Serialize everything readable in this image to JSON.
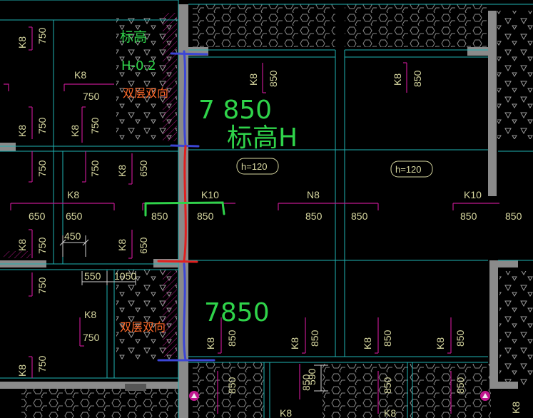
{
  "slab_labels": {
    "k8": "K8",
    "k10": "K10",
    "n8": "N8",
    "v750": "750",
    "v650": "650",
    "v850": "850",
    "v450": "450",
    "v550": "550",
    "v1050": "1050",
    "v590": "590"
  },
  "tags": {
    "h120": "h=120"
  },
  "annotations": {
    "elevation": "标高",
    "elevation_value": "H-0.2",
    "double_layer_1": "双层双向",
    "double_layer_2": "双层双向",
    "green_850_top": "7 850",
    "green_elevation_h": "标高H",
    "green_850_bottom": "7850"
  },
  "colors": {
    "background": "#000000",
    "wall": "#8a8a8a",
    "beam_cyan": "#1fb3b3",
    "rebar_magenta": "#c0188f",
    "text_yellow": "#d8d8a0",
    "markup_green": "#2fd34a",
    "markup_blue": "#3c46d6",
    "markup_red": "#e02020",
    "cn_orange": "#ff6a2a"
  }
}
